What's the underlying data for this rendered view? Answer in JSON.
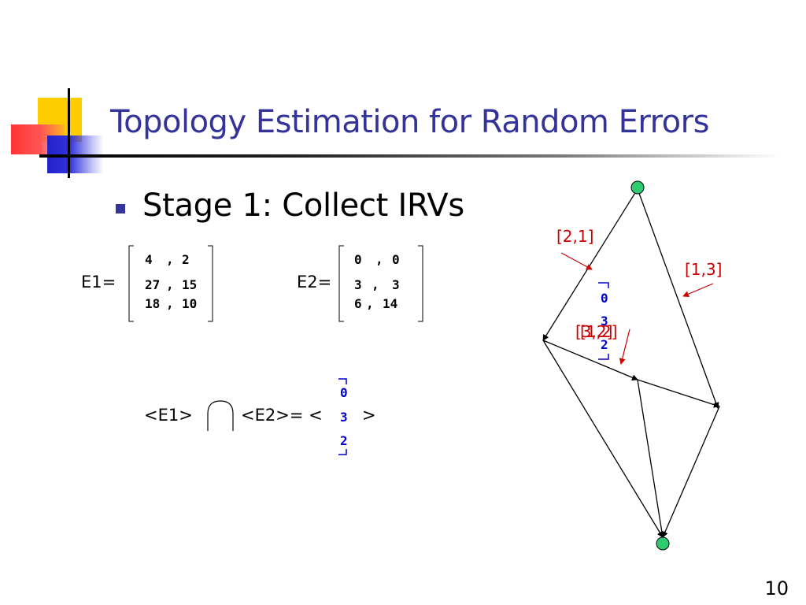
{
  "slide": {
    "title": "Topology Estimation for Random Errors",
    "bullet": "Stage 1: Collect IRVs",
    "page_number": "10"
  },
  "matrices": {
    "e1": {
      "label": "E1=",
      "rows": [
        [
          "4",
          ",",
          "2"
        ],
        [
          "27",
          ",",
          "15"
        ],
        [
          "18",
          ",",
          "10"
        ]
      ]
    },
    "e2": {
      "label": "E2=",
      "rows": [
        [
          "0",
          ",",
          "0"
        ],
        [
          "3",
          ",",
          "3"
        ],
        [
          "6",
          ",",
          "14"
        ]
      ]
    }
  },
  "intersection": {
    "left": "<E1>",
    "right": "<E2>= <",
    "close": ">",
    "vector": [
      "0",
      "3",
      "2"
    ]
  },
  "graph": {
    "edge_labels": [
      "[2,1]",
      "[1,3]",
      "[3,2]",
      "[1,2]"
    ],
    "path_vector": [
      "0",
      "3",
      "2"
    ],
    "node_color": "#2ecc71",
    "label_color": "#cc0000",
    "vector_color": "#0000cc"
  },
  "colors": {
    "title": "#333399",
    "bullet": "#333399"
  }
}
